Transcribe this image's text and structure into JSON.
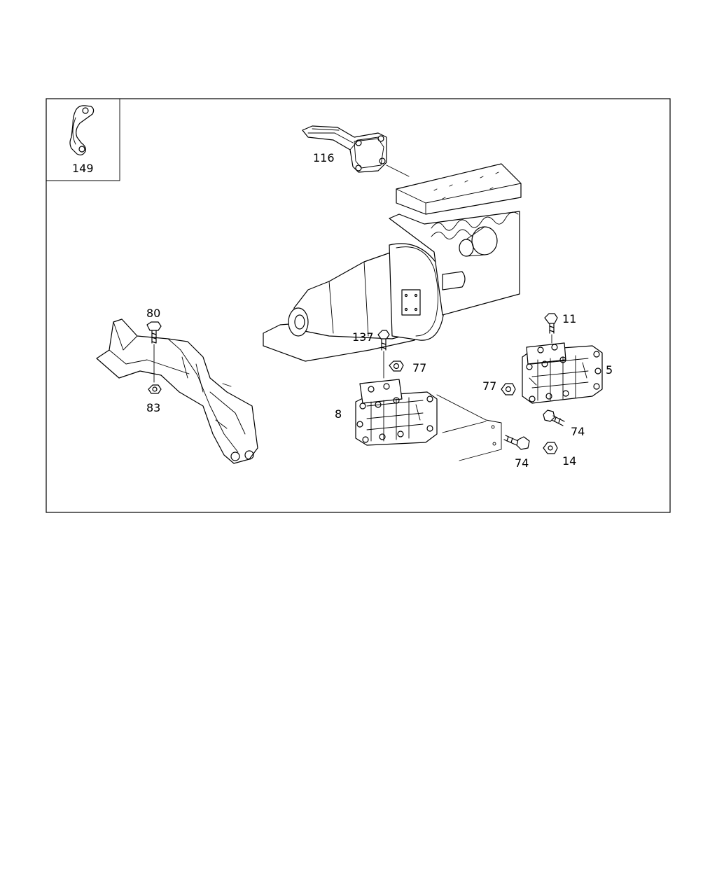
{
  "diagram": {
    "labels": {
      "p149": "149",
      "p116": "116",
      "p80": "80",
      "p83": "83",
      "p137": "137",
      "p77a": "77",
      "p77b": "77",
      "p11": "11",
      "p5": "5",
      "p8": "8",
      "p74a": "74",
      "p74b": "74",
      "p14": "14"
    }
  }
}
